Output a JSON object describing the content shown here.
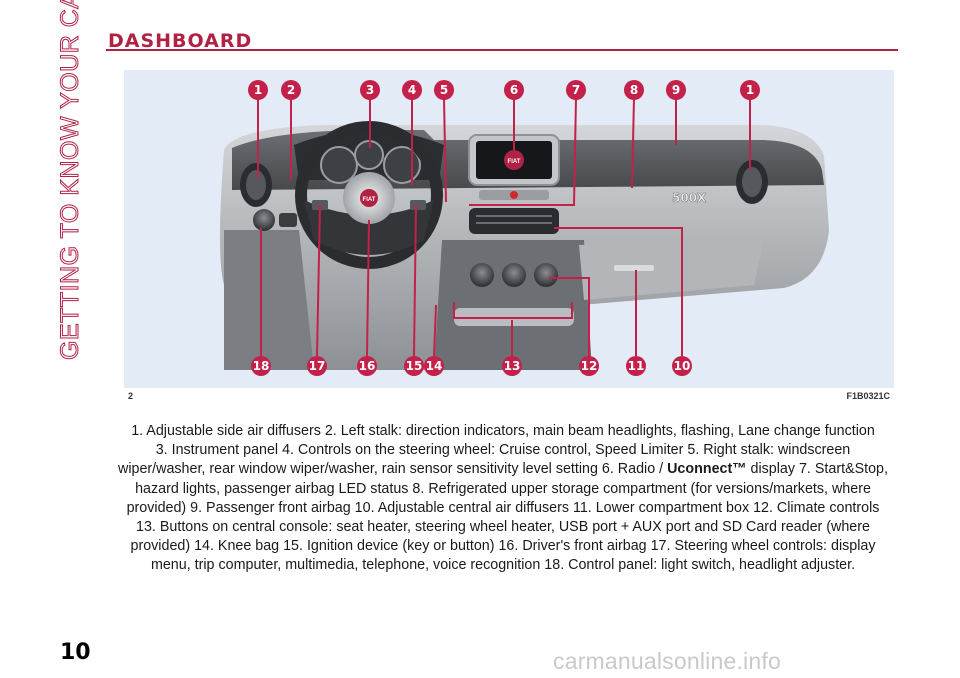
{
  "page": {
    "side_title": "GETTING TO KNOW YOUR CAR",
    "section_title": "DASHBOARD",
    "page_number": "10",
    "watermark": "carmanualsonline.info"
  },
  "figure": {
    "number": "2",
    "code": "F1B0321C",
    "top_callouts": [
      "1",
      "2",
      "3",
      "4",
      "5",
      "6",
      "7",
      "8",
      "9",
      "1"
    ],
    "bottom_callouts": [
      "18",
      "17",
      "16",
      "15",
      "14",
      "13",
      "12",
      "11",
      "10"
    ],
    "radio_logo": "FIAT",
    "wheel_logo": "FIAT",
    "dash_badge": "500X"
  },
  "caption": {
    "line1": "1. Adjustable side air diffusers    2. Left stalk: direction indicators, main beam headlights, flashing, Lane change function",
    "line2": "3. Instrument panel    4. Controls on the steering wheel: Cruise control, Speed Limiter    5. Right stalk: windscreen",
    "line3a": "wiper/washer, rear window wiper/washer, rain sensor sensitivity level setting    6. Radio / ",
    "line3_bold": "Uconnect™",
    "line3b": " display    7. Start&Stop,",
    "line4": "hazard lights, passenger airbag LED status    8. Refrigerated upper storage compartment (for versions/markets, where",
    "line5": "provided)    9. Passenger front airbag    10. Adjustable central air diffusers    11. Lower compartment box    12. Climate controls",
    "line6": "13. Buttons on central console: seat heater, steering wheel heater, USB port + AUX port and SD Card reader (where",
    "line7": "provided)    14. Knee bag    15. Ignition device (key or button)    16. Driver's front airbag    17. Steering wheel controls: display",
    "line8": "menu, trip computer, multimedia, telephone, voice recognition    18. Control panel: light switch, headlight adjuster."
  }
}
